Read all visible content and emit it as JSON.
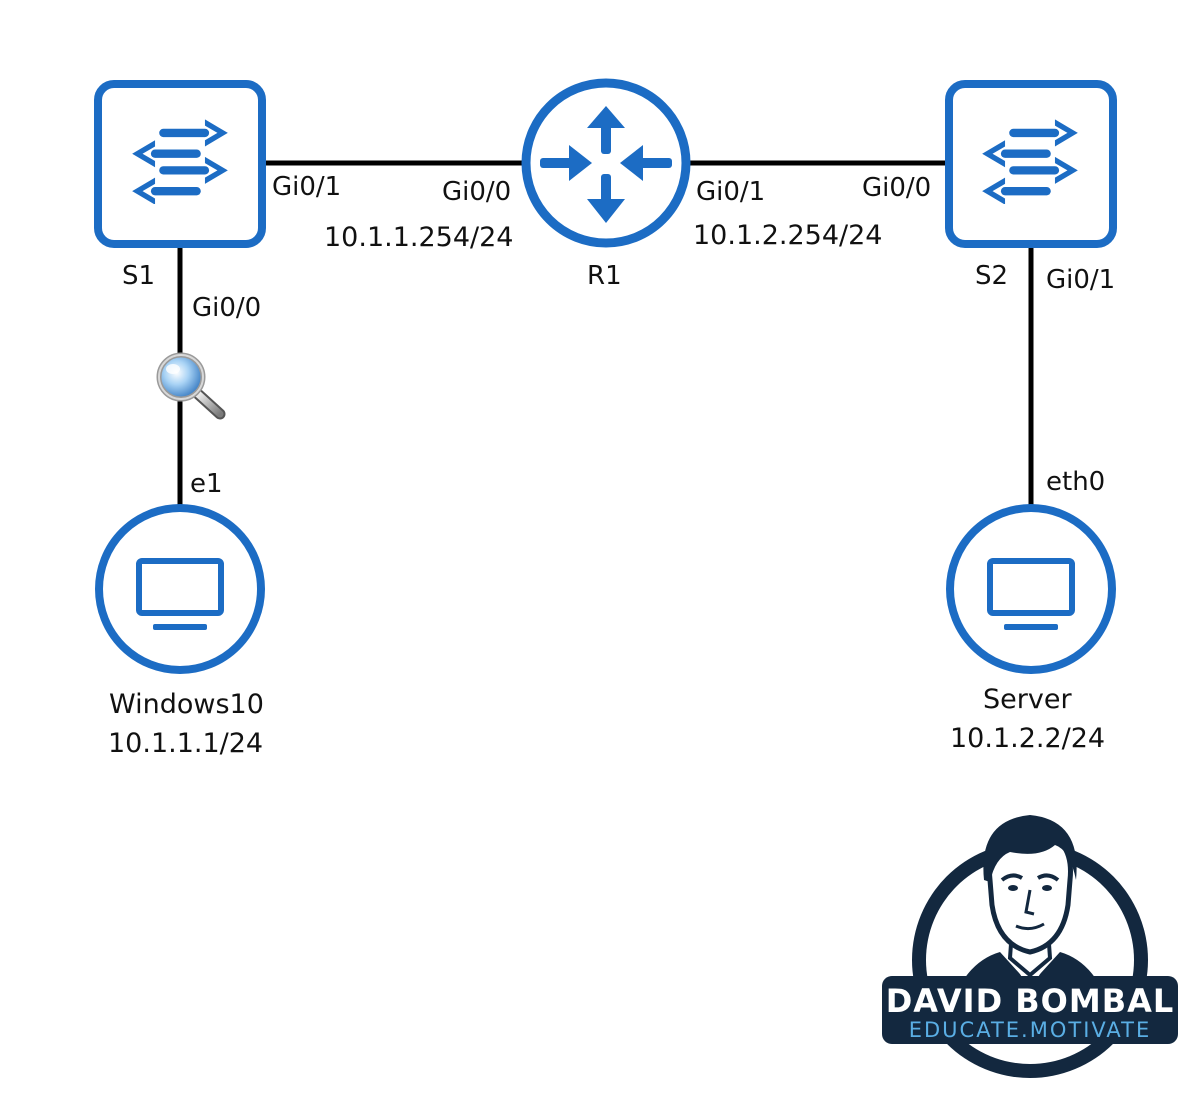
{
  "colors": {
    "device_blue": "#1c6cc4",
    "link_black": "#000000",
    "logo_navy": "#13283f",
    "logo_accent": "#5aaee4"
  },
  "devices": {
    "s1": {
      "name": "S1",
      "icon": "switch-icon"
    },
    "r1": {
      "name": "R1",
      "icon": "router-icon"
    },
    "s2": {
      "name": "S2",
      "icon": "switch-icon"
    },
    "windows10": {
      "name": "Windows10",
      "ip": "10.1.1.1/24",
      "icon": "monitor-icon"
    },
    "server": {
      "name": "Server",
      "ip": "10.1.2.2/24",
      "icon": "monitor-icon"
    }
  },
  "links": {
    "s1_r1": {
      "s1_port": "Gi0/1",
      "r1_port": "Gi0/0",
      "r1_ip": "10.1.1.254/24"
    },
    "r1_s2": {
      "r1_port": "Gi0/1",
      "s2_port": "Gi0/0",
      "r1_ip": "10.1.2.254/24"
    },
    "s1_win": {
      "s1_port": "Gi0/0",
      "win_port": "e1",
      "capture_icon": "magnifier-icon"
    },
    "s2_server": {
      "s2_port": "Gi0/1",
      "server_port": "eth0"
    }
  },
  "logo": {
    "name": "DAVID BOMBAL",
    "tagline": "EDUCATE.MOTIVATE"
  }
}
